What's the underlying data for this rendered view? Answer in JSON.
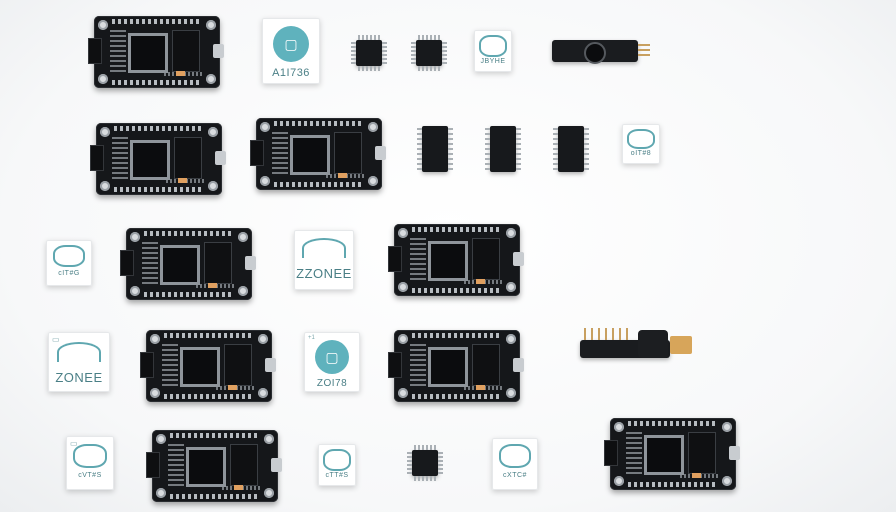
{
  "scene": {
    "description_free": true,
    "background_color": "#f7f8f9",
    "accent_color": "#5fb2bd",
    "labels": {
      "card_a17": "A1I736",
      "card_zone_row3": "ZZONEE",
      "card_zone_row4": "ZONEE",
      "card_zo178": "ZOI78",
      "card_small_1": "JBYHE",
      "card_small_2": "oIT#8",
      "card_small_3": "cIT#G",
      "card_small_4": "cVT#S",
      "card_small_5": "cTT#S",
      "card_small_6": "cXTC#",
      "card_small_tiny": "+1"
    },
    "icons": {
      "circle_logo": "rounded-square-logo-icon",
      "arc_logo": "arc-cloud-logo-icon",
      "badge_logo": "badge-logo-icon"
    }
  }
}
